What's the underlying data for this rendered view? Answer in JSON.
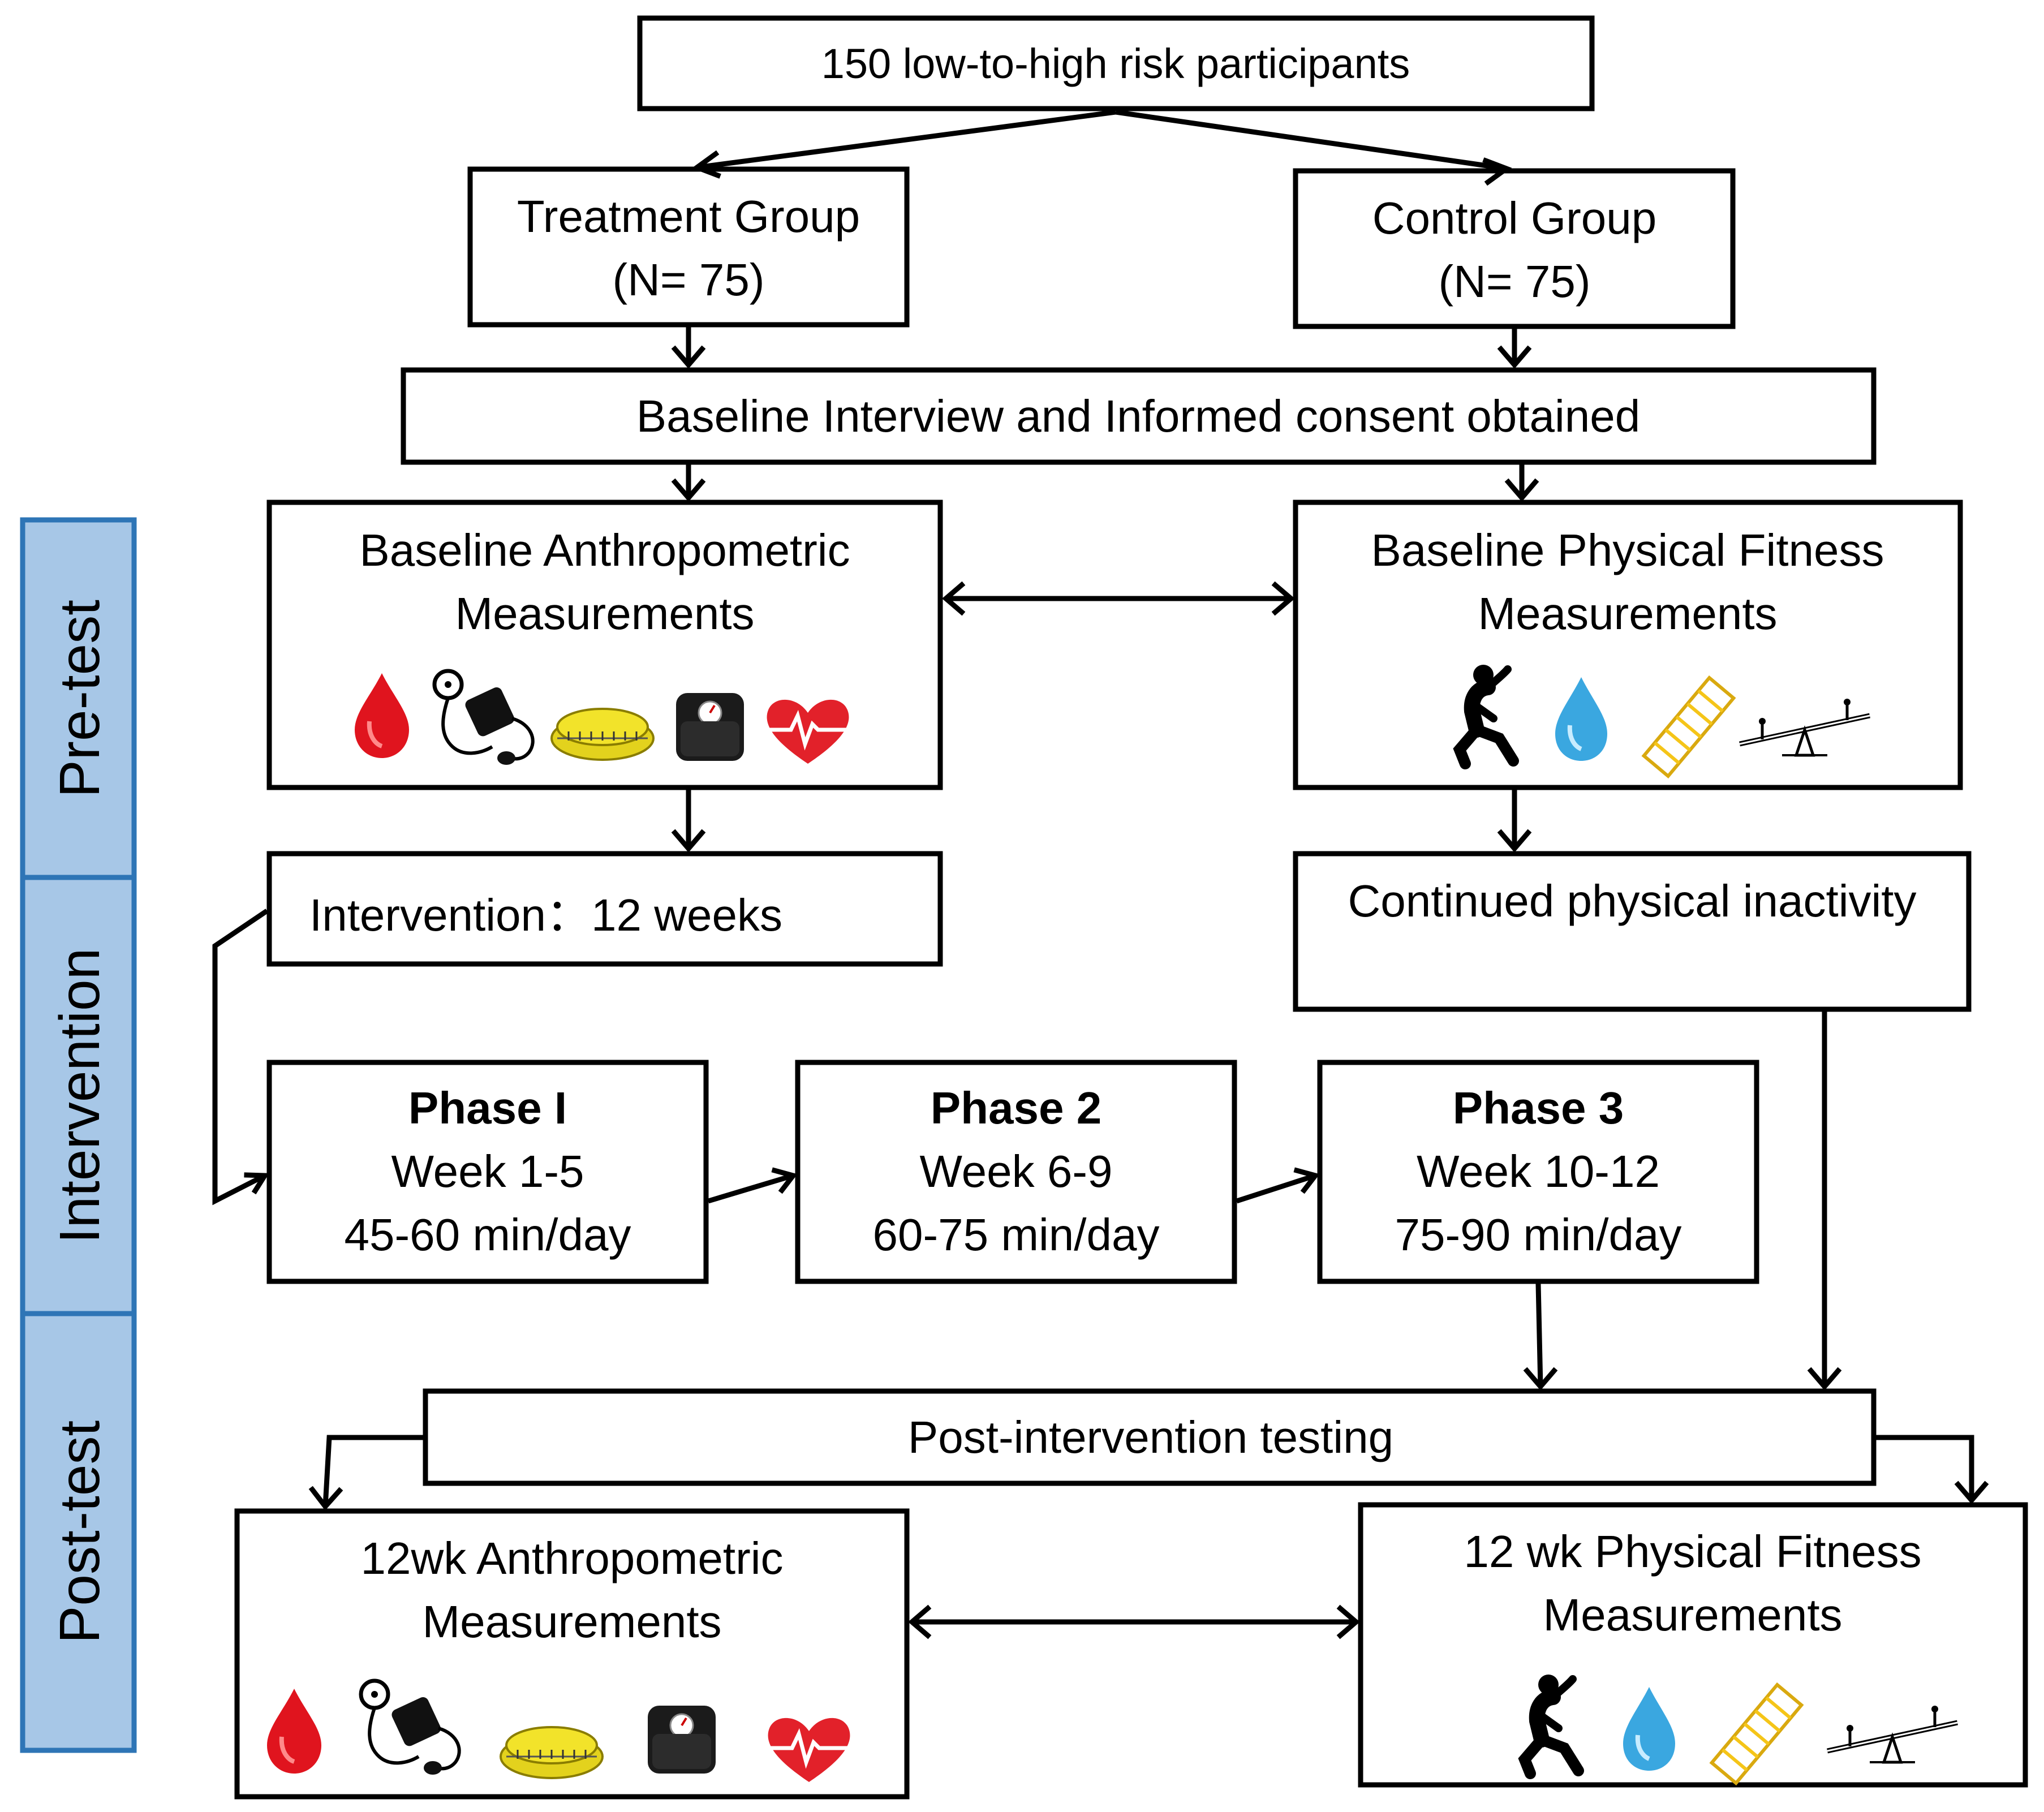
{
  "top": {
    "text": "150 low-to-high risk participants"
  },
  "treatment": {
    "line1": "Treatment Group",
    "line2": "(N= 75)"
  },
  "control": {
    "line1": "Control Group",
    "line2": "(N= 75)"
  },
  "baseline_interview": {
    "text": "Baseline Interview and Informed consent obtained"
  },
  "anthro_baseline": {
    "line1": "Baseline Anthropometric",
    "line2": "Measurements",
    "icons": [
      "blood-drop-icon",
      "blood-pressure-cuff-icon",
      "tape-measure-icon",
      "weight-scale-icon",
      "heart-ecg-icon"
    ]
  },
  "fitness_baseline": {
    "line1": "Baseline Physical Fitness",
    "line2": "Measurements",
    "icons": [
      "stretching-person-icon",
      "water-drop-icon",
      "agility-ladder-icon",
      "seesaw-balance-icon"
    ]
  },
  "intervention": {
    "text": "Intervention：12 weeks"
  },
  "inactivity": {
    "text": "Continued physical inactivity"
  },
  "phases": [
    {
      "title": "Phase I",
      "weeks": "Week 1-5",
      "duration": "45-60 min/day"
    },
    {
      "title": "Phase 2",
      "weeks": "Week 6-9",
      "duration": "60-75 min/day"
    },
    {
      "title": "Phase 3",
      "weeks": "Week 10-12",
      "duration": "75-90 min/day"
    }
  ],
  "post_testing": {
    "text": "Post-intervention testing"
  },
  "anthro_12wk": {
    "line1": "12wk Anthropometric",
    "line2": "Measurements"
  },
  "fitness_12wk": {
    "line1": "12 wk Physical Fitness",
    "line2": "Measurements"
  },
  "side_labels": {
    "pre": "Pre-test",
    "intervention": "Intervention",
    "post": "Post-test"
  },
  "colors": {
    "side_fill": "#a7c7e7",
    "side_border": "#2e75b6",
    "drop_red": "#e0141e",
    "drop_blue": "#3aa7e0",
    "tape_yellow": "#f2e32a",
    "ladder_yellow": "#f5c518"
  }
}
